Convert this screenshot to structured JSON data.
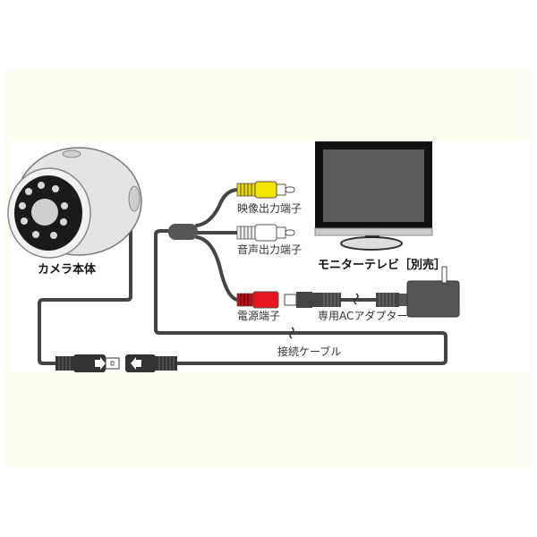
{
  "labels": {
    "camera": "カメラ本体",
    "video_out": "映像出力端子",
    "audio_out": "音声出力端子",
    "power_in": "電源端子",
    "ac_adapter": "専用ACアダプター",
    "monitor": "モニターテレビ［別売］",
    "cable": "接続ケーブル"
  },
  "colors": {
    "background_outer": "#fdfdf1",
    "background_band": "#ffffff",
    "cable": "#555555",
    "rca_video": "#f5e600",
    "rca_audio": "#ffffff",
    "rca_power": "#e8141e",
    "screen": "#5a5a5a"
  }
}
